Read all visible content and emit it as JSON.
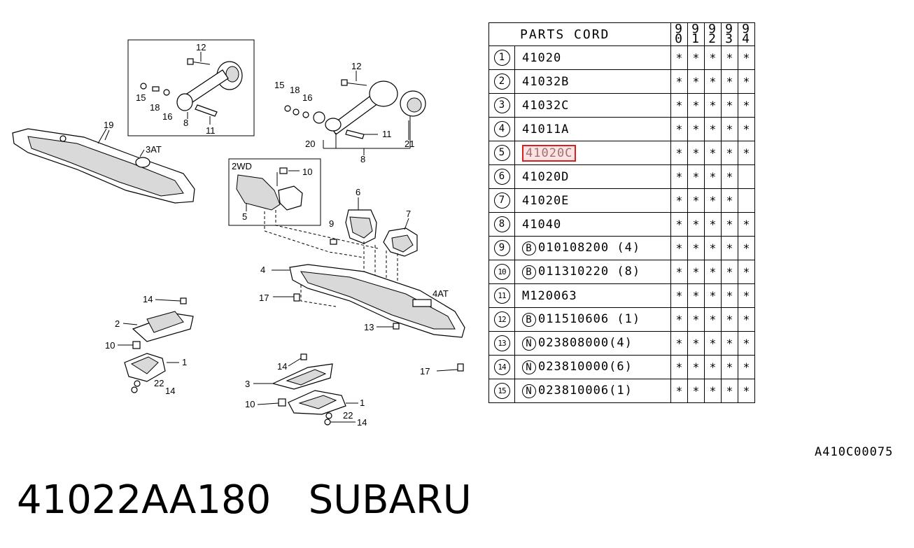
{
  "diagram": {
    "labels": {
      "l12a": "12",
      "l15a": "15",
      "l18a": "18",
      "l16a": "16",
      "l8a": "8",
      "l11a": "11",
      "l19": "19",
      "l3at": "3AT",
      "l12b": "12",
      "l15b": "15",
      "l18b": "18",
      "l16b": "16",
      "l20": "20",
      "l11b": "11",
      "l21": "21",
      "l8b": "8",
      "l2wd": "2WD",
      "l10a": "10",
      "l5": "5",
      "l6": "6",
      "l7": "7",
      "l9": "9",
      "l4": "4",
      "l17a": "17",
      "l4at": "4AT",
      "l13": "13",
      "l17b": "17",
      "l14a": "14",
      "l2": "2",
      "l10b": "10",
      "l1a": "1",
      "l22a": "22",
      "l14b": "14",
      "l14c": "14",
      "l3": "3",
      "l10c": "10",
      "l1b": "1",
      "l22b": "22",
      "l14d": "14"
    }
  },
  "table": {
    "header": {
      "title": "PARTS CORD",
      "years": [
        [
          "9",
          "0"
        ],
        [
          "9",
          "1"
        ],
        [
          "9",
          "2"
        ],
        [
          "9",
          "3"
        ],
        [
          "9",
          "4"
        ]
      ]
    },
    "rows": [
      {
        "no": "1",
        "prefix": "",
        "code": "41020",
        "marks": [
          "*",
          "*",
          "*",
          "*",
          "*"
        ]
      },
      {
        "no": "2",
        "prefix": "",
        "code": "41032B",
        "marks": [
          "*",
          "*",
          "*",
          "*",
          "*"
        ]
      },
      {
        "no": "3",
        "prefix": "",
        "code": "41032C",
        "marks": [
          "*",
          "*",
          "*",
          "*",
          "*"
        ]
      },
      {
        "no": "4",
        "prefix": "",
        "code": "41011A",
        "marks": [
          "*",
          "*",
          "*",
          "*",
          "*"
        ]
      },
      {
        "no": "5",
        "prefix": "",
        "code": "41020C",
        "marks": [
          "*",
          "*",
          "*",
          "*",
          "*"
        ],
        "highlight": true
      },
      {
        "no": "6",
        "prefix": "",
        "code": "41020D",
        "marks": [
          "*",
          "*",
          "*",
          "*",
          ""
        ]
      },
      {
        "no": "7",
        "prefix": "",
        "code": "41020E",
        "marks": [
          "*",
          "*",
          "*",
          "*",
          ""
        ]
      },
      {
        "no": "8",
        "prefix": "",
        "code": "41040",
        "marks": [
          "*",
          "*",
          "*",
          "*",
          "*"
        ]
      },
      {
        "no": "9",
        "prefix": "B",
        "code": "010108200 (4)",
        "marks": [
          "*",
          "*",
          "*",
          "*",
          "*"
        ]
      },
      {
        "no": "10",
        "prefix": "B",
        "code": "011310220 (8)",
        "marks": [
          "*",
          "*",
          "*",
          "*",
          "*"
        ]
      },
      {
        "no": "11",
        "prefix": "",
        "code": "M120063",
        "marks": [
          "*",
          "*",
          "*",
          "*",
          "*"
        ]
      },
      {
        "no": "12",
        "prefix": "B",
        "code": "011510606 (1)",
        "marks": [
          "*",
          "*",
          "*",
          "*",
          "*"
        ]
      },
      {
        "no": "13",
        "prefix": "N",
        "code": "023808000(4)",
        "marks": [
          "*",
          "*",
          "*",
          "*",
          "*"
        ]
      },
      {
        "no": "14",
        "prefix": "N",
        "code": "023810000(6)",
        "marks": [
          "*",
          "*",
          "*",
          "*",
          "*"
        ]
      },
      {
        "no": "15",
        "prefix": "N",
        "code": "023810006(1)",
        "marks": [
          "*",
          "*",
          "*",
          "*",
          "*"
        ]
      }
    ]
  },
  "reference_code": "A410C00075",
  "caption": {
    "part_number": "41022AA180",
    "brand": "SUBARU"
  },
  "colors": {
    "highlight_border": "#d62020",
    "highlight_fill": "#fbe3e3"
  }
}
